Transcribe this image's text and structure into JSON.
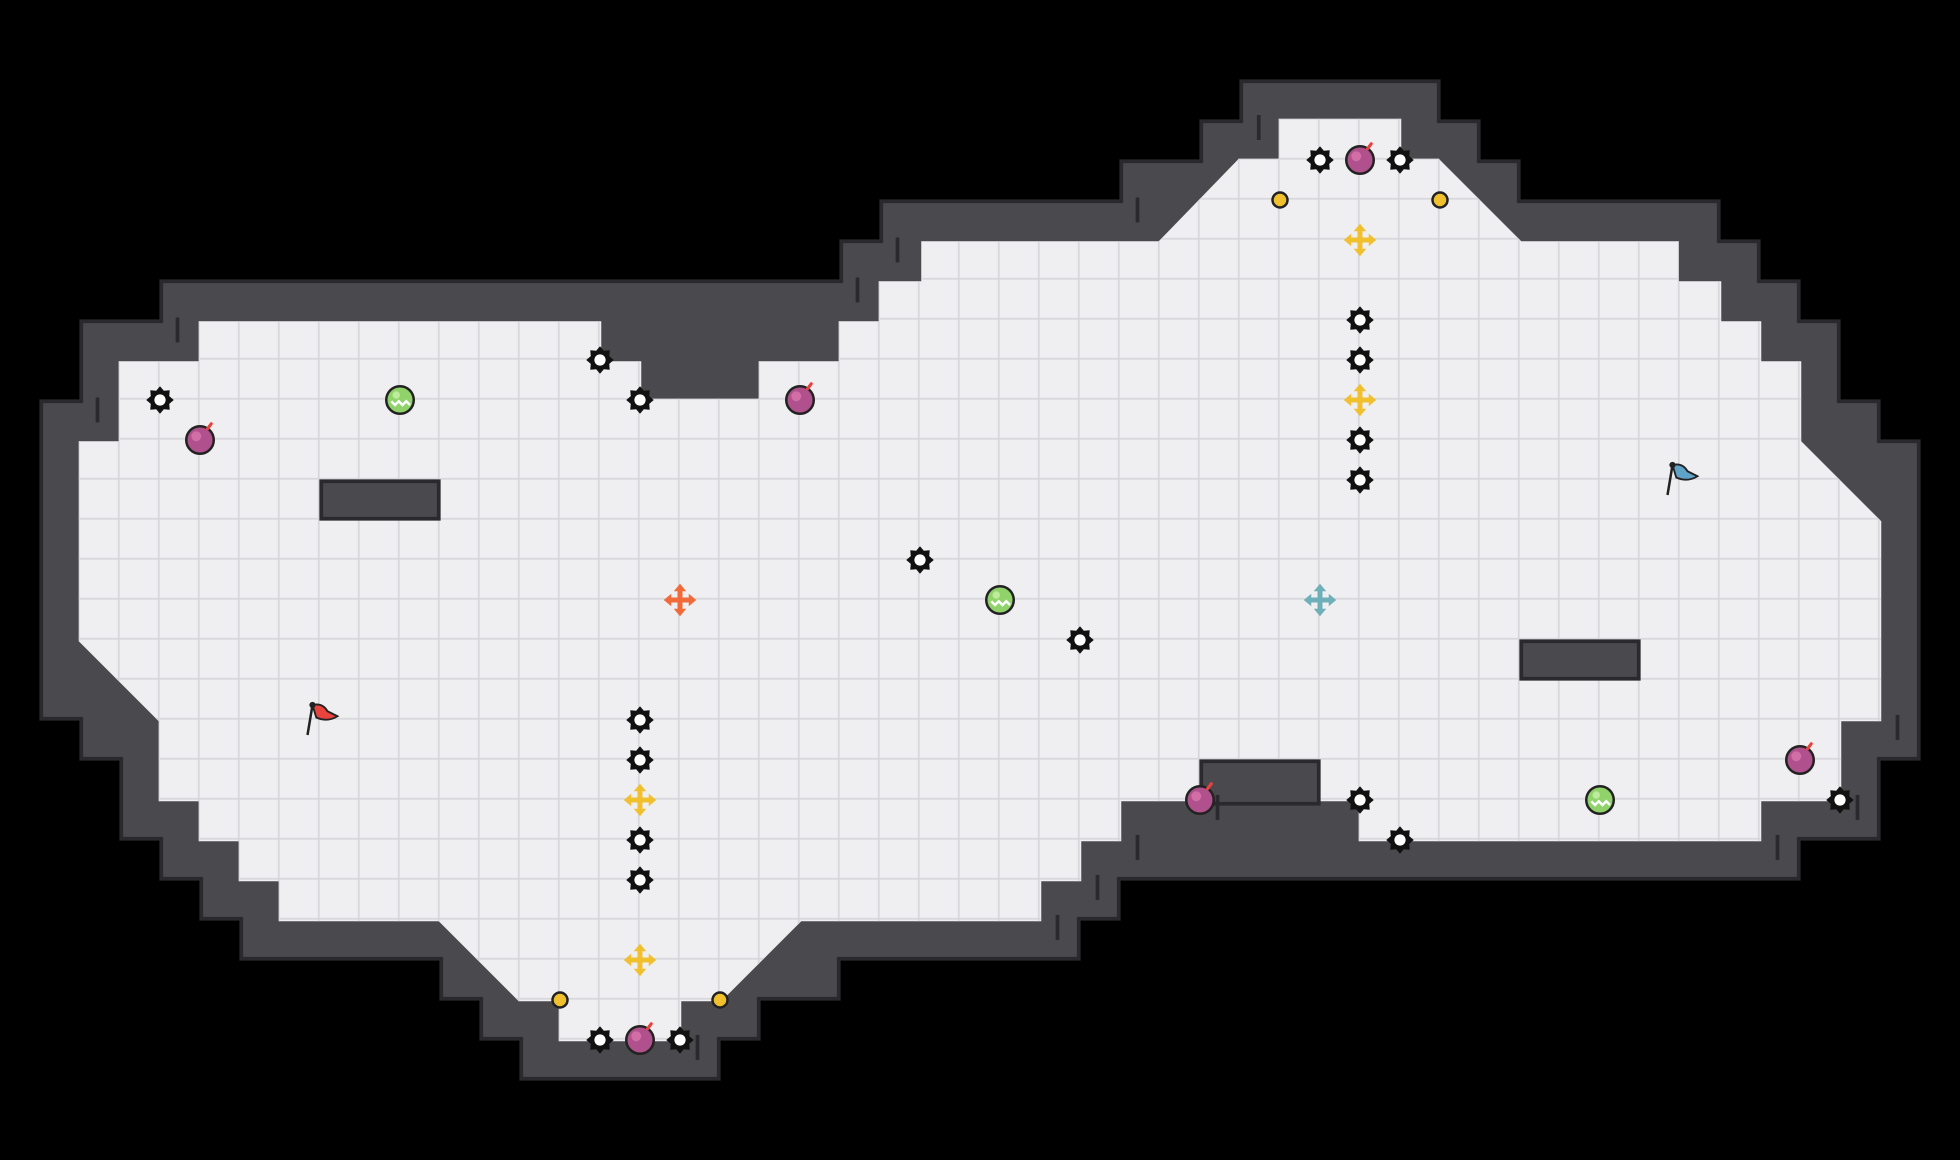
{
  "level": {
    "name": "",
    "palette": {
      "background": "#000000",
      "wall": "#4a4a4e",
      "wall_edge": "#2a2a2e",
      "floor": "#efeff1",
      "grid": "#d8d8dc",
      "red_team": "#e8433d",
      "blue_team": "#5fa3c9",
      "boost": "#f0c02e",
      "spike": "#111111",
      "bomb": "#b0508c",
      "powerup": "#8fd36a"
    },
    "legend": {
      "spike": "spike-icon",
      "bomb": "bomb-icon",
      "boost_neutral": "yellow-boost-icon",
      "boost_red": "red-boost-icon",
      "boost_blue": "blue-boost-icon",
      "powerup": "powerup-icon",
      "button": "button-icon",
      "flag_red": "red-flag-icon",
      "flag_blue": "blue-flag-icon"
    },
    "objects": [
      {
        "type": "spike",
        "col": 32,
        "row": 3
      },
      {
        "type": "bomb",
        "col": 33,
        "row": 3
      },
      {
        "type": "spike",
        "col": 34,
        "row": 3
      },
      {
        "type": "button",
        "col": 31,
        "row": 4
      },
      {
        "type": "button",
        "col": 35,
        "row": 4
      },
      {
        "type": "boost_neutral",
        "col": 33,
        "row": 5
      },
      {
        "type": "spike",
        "col": 33,
        "row": 7
      },
      {
        "type": "spike",
        "col": 33,
        "row": 8
      },
      {
        "type": "boost_neutral",
        "col": 33,
        "row": 9
      },
      {
        "type": "spike",
        "col": 33,
        "row": 10
      },
      {
        "type": "spike",
        "col": 33,
        "row": 11
      },
      {
        "type": "flag_blue",
        "col": 41,
        "row": 11
      },
      {
        "type": "spike",
        "col": 14,
        "row": 8
      },
      {
        "type": "spike",
        "col": 3,
        "row": 9
      },
      {
        "type": "powerup",
        "col": 9,
        "row": 9
      },
      {
        "type": "spike",
        "col": 15,
        "row": 9
      },
      {
        "type": "bomb",
        "col": 19,
        "row": 9
      },
      {
        "type": "bomb",
        "col": 4,
        "row": 10
      },
      {
        "type": "spike",
        "col": 22,
        "row": 13
      },
      {
        "type": "boost_red",
        "col": 16,
        "row": 14
      },
      {
        "type": "powerup",
        "col": 24,
        "row": 14
      },
      {
        "type": "boost_blue",
        "col": 32,
        "row": 14
      },
      {
        "type": "spike",
        "col": 26,
        "row": 15
      },
      {
        "type": "flag_red",
        "col": 7,
        "row": 17
      },
      {
        "type": "spike",
        "col": 15,
        "row": 17
      },
      {
        "type": "spike",
        "col": 15,
        "row": 18
      },
      {
        "type": "bomb",
        "col": 44,
        "row": 18
      },
      {
        "type": "boost_neutral",
        "col": 15,
        "row": 19
      },
      {
        "type": "bomb",
        "col": 29,
        "row": 19
      },
      {
        "type": "spike",
        "col": 33,
        "row": 19
      },
      {
        "type": "powerup",
        "col": 39,
        "row": 19
      },
      {
        "type": "spike",
        "col": 45,
        "row": 19
      },
      {
        "type": "spike",
        "col": 15,
        "row": 20
      },
      {
        "type": "spike",
        "col": 34,
        "row": 20
      },
      {
        "type": "spike",
        "col": 15,
        "row": 21
      },
      {
        "type": "boost_neutral",
        "col": 15,
        "row": 23
      },
      {
        "type": "button",
        "col": 13,
        "row": 24
      },
      {
        "type": "button",
        "col": 17,
        "row": 24
      },
      {
        "type": "spike",
        "col": 14,
        "row": 25
      },
      {
        "type": "bomb",
        "col": 15,
        "row": 25
      },
      {
        "type": "spike",
        "col": 16,
        "row": 25
      }
    ]
  }
}
